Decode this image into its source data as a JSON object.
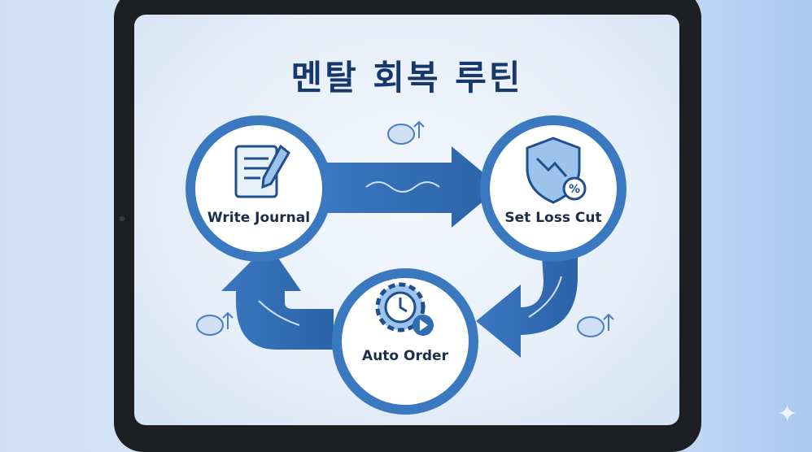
{
  "title": "멘탈 회복 루틴",
  "nodes": [
    {
      "label": "Write Journal",
      "icon": "journal-pen-icon"
    },
    {
      "label": "Set Loss Cut",
      "icon": "shield-percent-icon"
    },
    {
      "label": "Auto Order",
      "icon": "gear-clock-play-icon"
    }
  ],
  "decorations": [
    "brain-up-arrow-icon"
  ],
  "colors": {
    "accent": "#2f6db5",
    "dark": "#17386b",
    "ring": "#3a78c0"
  }
}
